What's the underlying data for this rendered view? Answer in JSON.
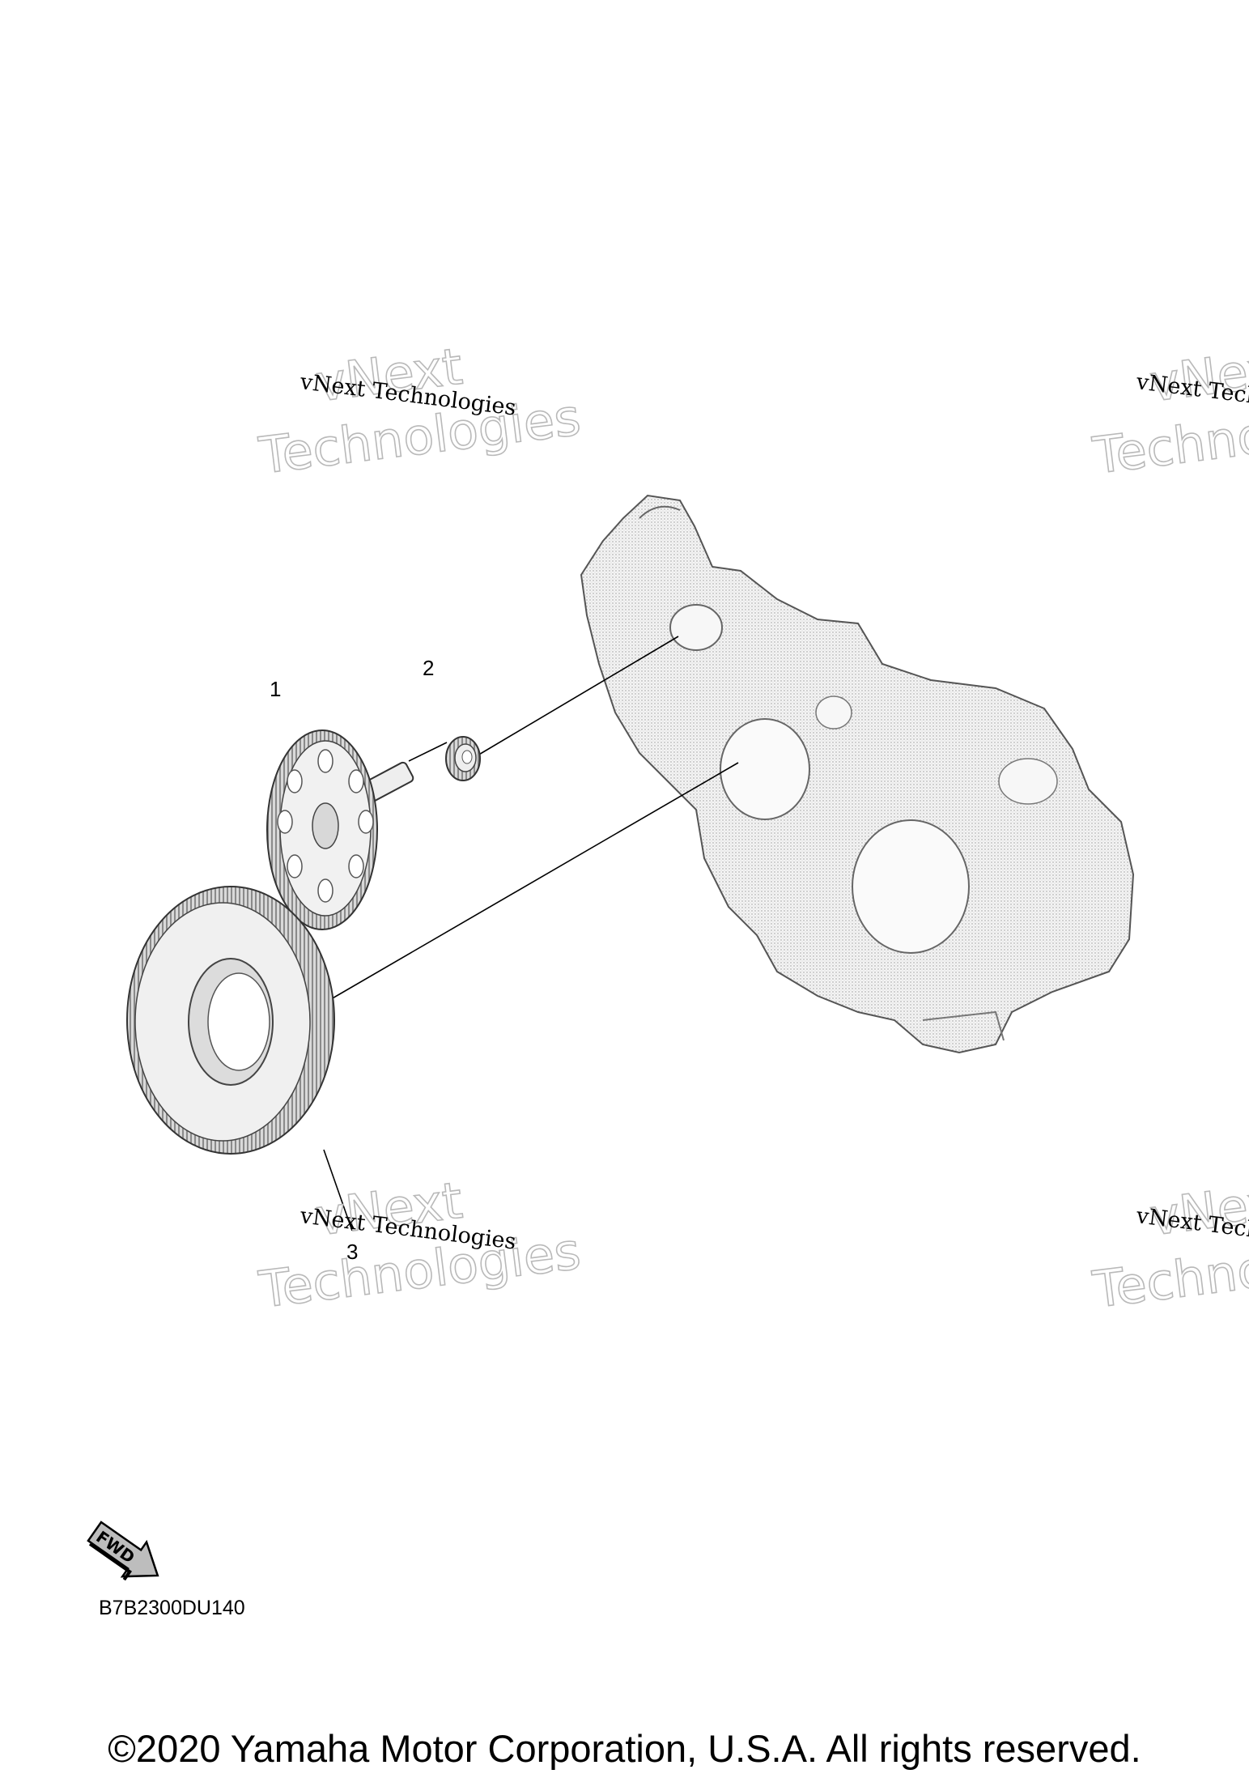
{
  "watermarks": [
    {
      "line1": "vNext",
      "line2": "Technologies",
      "small": "vNext Technologies"
    },
    {
      "line1": "vNext",
      "line2": "Technologies",
      "small": "vNext Technologies"
    },
    {
      "line1": "vNext",
      "line2": "Technologies",
      "small": "vNext Technologies"
    },
    {
      "line1": "vNext",
      "line2": "Technologies",
      "small": "vNext Technologies"
    }
  ],
  "callouts": [
    "1",
    "2",
    "3"
  ],
  "fwd_label": "FWD",
  "diagram_code": "B7B2300DU140",
  "copyright": "©2020 Yamaha Motor Corporation, U.S.A. All rights reserved.",
  "icons": [
    "fwd-arrow-icon"
  ],
  "colors": {
    "line": "#000000",
    "part_fill": "#f3f3f3",
    "watermark_outline": "#b9b9b9"
  }
}
